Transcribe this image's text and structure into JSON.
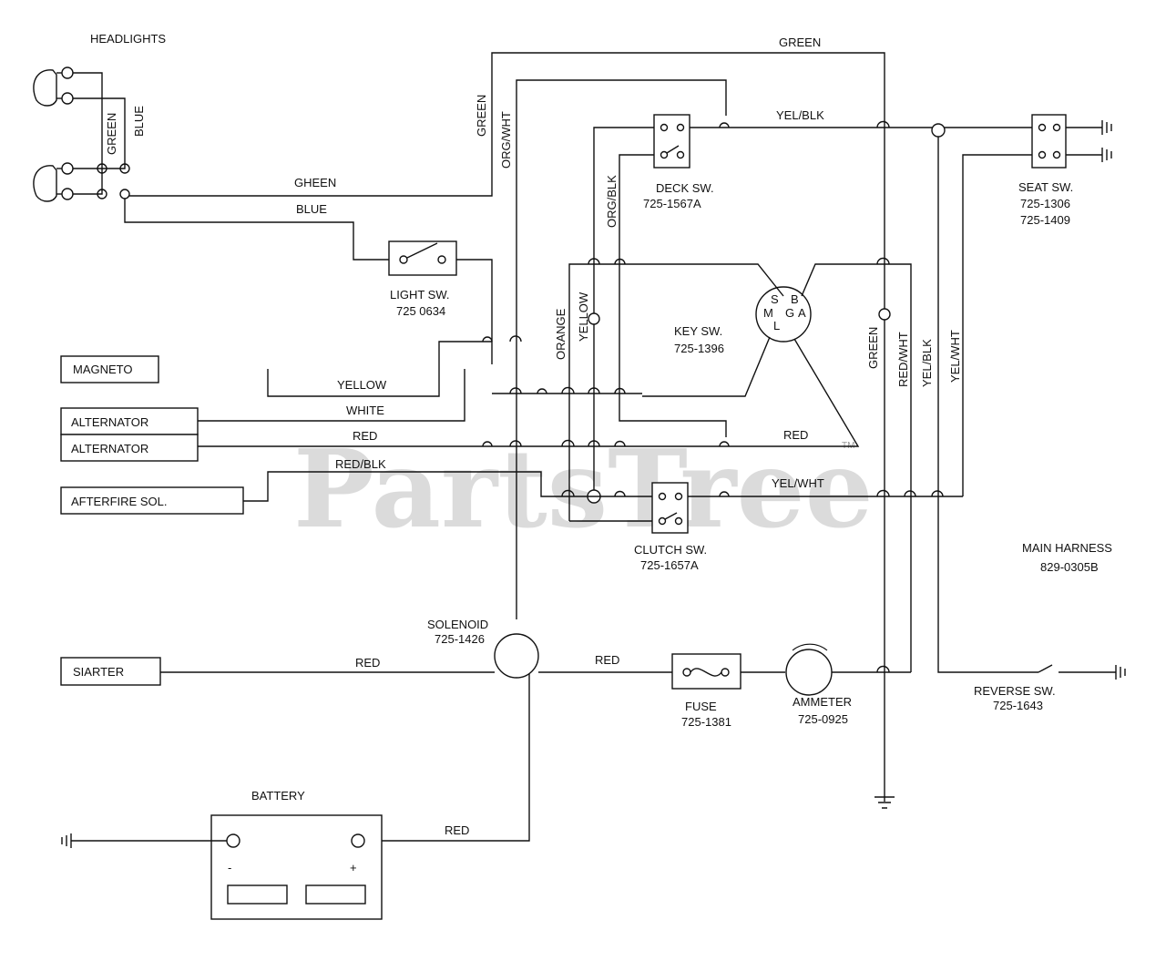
{
  "watermark": {
    "text": "PartsTree",
    "mark": "TM"
  },
  "labels": {
    "headlights": "HEADLIGHTS",
    "magneto": "MAGNETO",
    "alternator_1": "ALTERNATOR",
    "alternator_2": "ALTERNATOR",
    "afterfire": "AFTERFIRE SOL.",
    "starter": "SIARTER",
    "battery": "BATTERY",
    "battery_minus": "-",
    "battery_plus": "+",
    "light_sw": "LIGHT SW.",
    "light_sw_pn": "725 0634",
    "deck_sw": "DECK SW.",
    "deck_sw_pn": "725-1567A",
    "key_sw": "KEY SW.",
    "key_sw_pn": "725-1396",
    "key_pins": [
      "S",
      "B",
      "M",
      "G",
      "A",
      "L"
    ],
    "seat_sw": "SEAT SW.",
    "seat_sw_pn1": "725-1306",
    "seat_sw_pn2": "725-1409",
    "clutch_sw": "CLUTCH SW.",
    "clutch_sw_pn": "725-1657A",
    "solenoid": "SOLENOID",
    "solenoid_pn": "725-1426",
    "fuse": "FUSE",
    "fuse_pn": "725-1381",
    "ammeter": "AMMETER",
    "ammeter_pn": "725-0925",
    "reverse_sw": "REVERSE SW.",
    "reverse_sw_pn": "725-1643",
    "main_harness": "MAIN HARNESS",
    "main_harness_pn": "829-0305B"
  },
  "wires": {
    "green_top": "GREEN",
    "yel_blk": "YEL/BLK",
    "green_v_head": "GREEN",
    "blue_v_head": "BLUE",
    "gheen": "GHEEN",
    "blue_h": "BLUE",
    "green_v_mid": "GREEN",
    "org_wht": "ORG/WHT",
    "org_blk": "ORG/BLK",
    "orange": "ORANGE",
    "yellow_v": "YELLOW",
    "green_v_right": "GREEN",
    "red_wht": "RED/WHT",
    "yel_blk_v": "YEL/BLK",
    "yel_wht_v": "YEL/WHT",
    "yellow_h": "YELLOW",
    "white_h": "WHITE",
    "red_alt": "RED",
    "red_blk": "RED/BLK",
    "red_key": "RED",
    "yel_wht_h": "YEL/WHT",
    "red_starter": "RED",
    "red_fuse": "RED",
    "red_battery": "RED"
  }
}
